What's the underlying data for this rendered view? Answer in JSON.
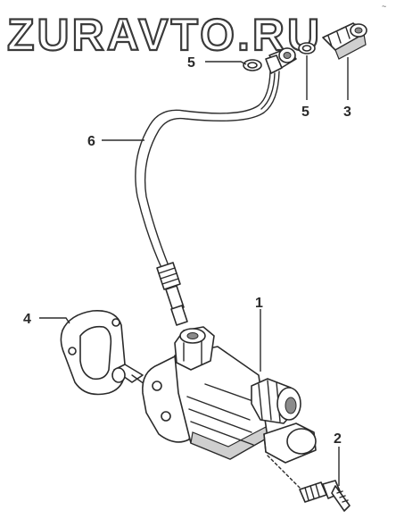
{
  "watermark": "ZURAVTO.RU",
  "callouts": [
    {
      "id": "1",
      "label": "1"
    },
    {
      "id": "2",
      "label": "2"
    },
    {
      "id": "3",
      "label": "3"
    },
    {
      "id": "4",
      "label": "4"
    },
    {
      "id": "5a",
      "label": "5"
    },
    {
      "id": "5b",
      "label": "5"
    },
    {
      "id": "6",
      "label": "6"
    }
  ],
  "colors": {
    "ink": "#2b2b2b",
    "shade": "#cfcfcf"
  }
}
